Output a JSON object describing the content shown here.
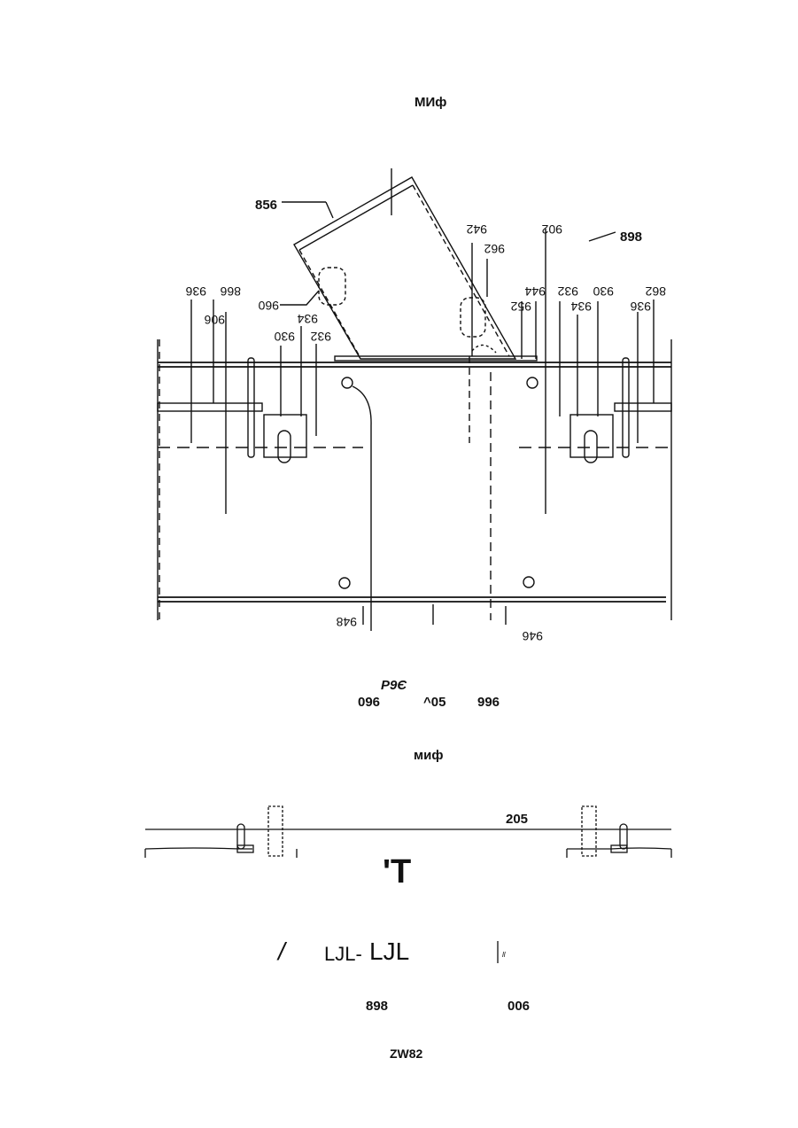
{
  "fig_top": {
    "title": "МИф"
  },
  "top_labels": {
    "l856": "856",
    "l898": "898",
    "l942": "942",
    "l902": "902",
    "l962": "962",
    "l936a": "936",
    "l866": "866",
    "l906": "906",
    "l960": "960",
    "l934a": "934",
    "l930a": "930",
    "l932a": "932",
    "l944": "944",
    "l932b": "932",
    "l930b": "930",
    "l862": "862",
    "l952": "952",
    "l934b": "934",
    "l936b": "936",
    "l948": "948",
    "l946": "946"
  },
  "caption_top": {
    "line1": "P9Є",
    "c1": "096",
    "c2": "^05",
    "c3": "996"
  },
  "fig_bottom": {
    "title": "миф",
    "l205": "205",
    "glyph": "'T",
    "slash": "/",
    "ljl_a": "LJL-",
    "ljl_b": "LJL",
    "tick_text": "ll",
    "l898": "898",
    "l006": "006",
    "footer": "ZW82"
  },
  "colors": {
    "ink": "#111111",
    "paper": "#ffffff"
  }
}
